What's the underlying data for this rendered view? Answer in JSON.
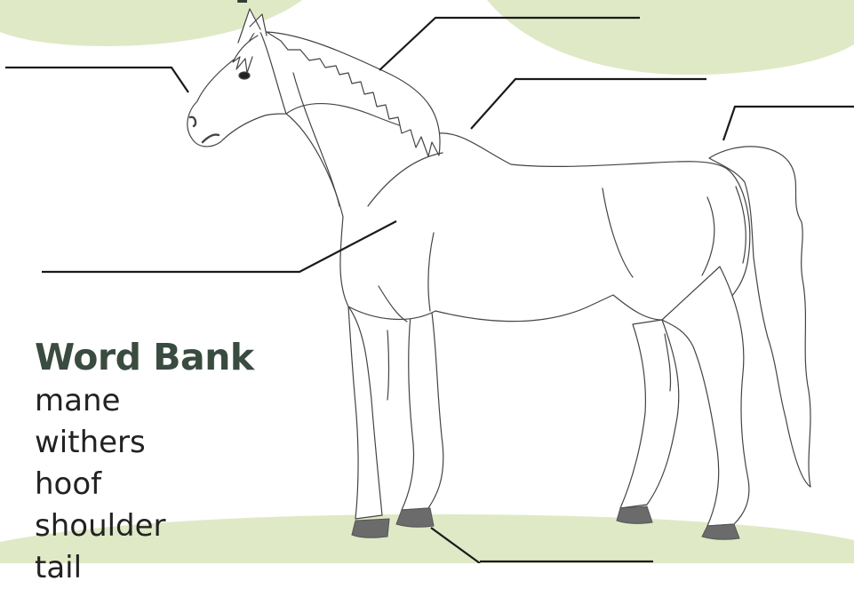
{
  "worksheet": {
    "title_fragment": "p",
    "colors": {
      "blob": "#dfe9c6",
      "heading": "#3a4b40",
      "text": "#222222",
      "line": "#1a1a1a",
      "hoof": "#6b6b6b",
      "outline": "#444444"
    }
  },
  "word_bank": {
    "heading": "Word Bank",
    "words": [
      "mane",
      "withers",
      "hoof",
      "shoulder",
      "tail"
    ]
  },
  "label_lines": [
    {
      "name": "head-label-line",
      "target": "head"
    },
    {
      "name": "mane-label-line",
      "target": "mane"
    },
    {
      "name": "withers-label-line",
      "target": "withers"
    },
    {
      "name": "tail-label-line",
      "target": "tail"
    },
    {
      "name": "shoulder-label-line",
      "target": "shoulder"
    },
    {
      "name": "hoof-label-line",
      "target": "hoof"
    }
  ],
  "illustration": {
    "subject": "horse"
  }
}
